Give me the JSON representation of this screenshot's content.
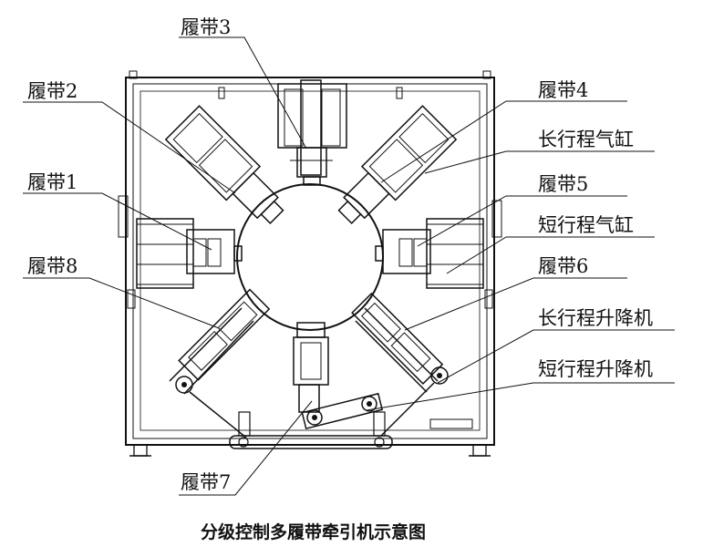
{
  "caption": "分级控制多履带牵引机示意图",
  "labels": {
    "track1": "履带1",
    "track2": "履带2",
    "track3": "履带3",
    "track4": "履带4",
    "track5": "履带5",
    "track6": "履带6",
    "track7": "履带7",
    "track8": "履带8",
    "long_cylinder": "长行程气缸",
    "short_cylinder": "短行程气缸",
    "long_lifter": "长行程升降机",
    "short_lifter": "短行程升降机"
  }
}
